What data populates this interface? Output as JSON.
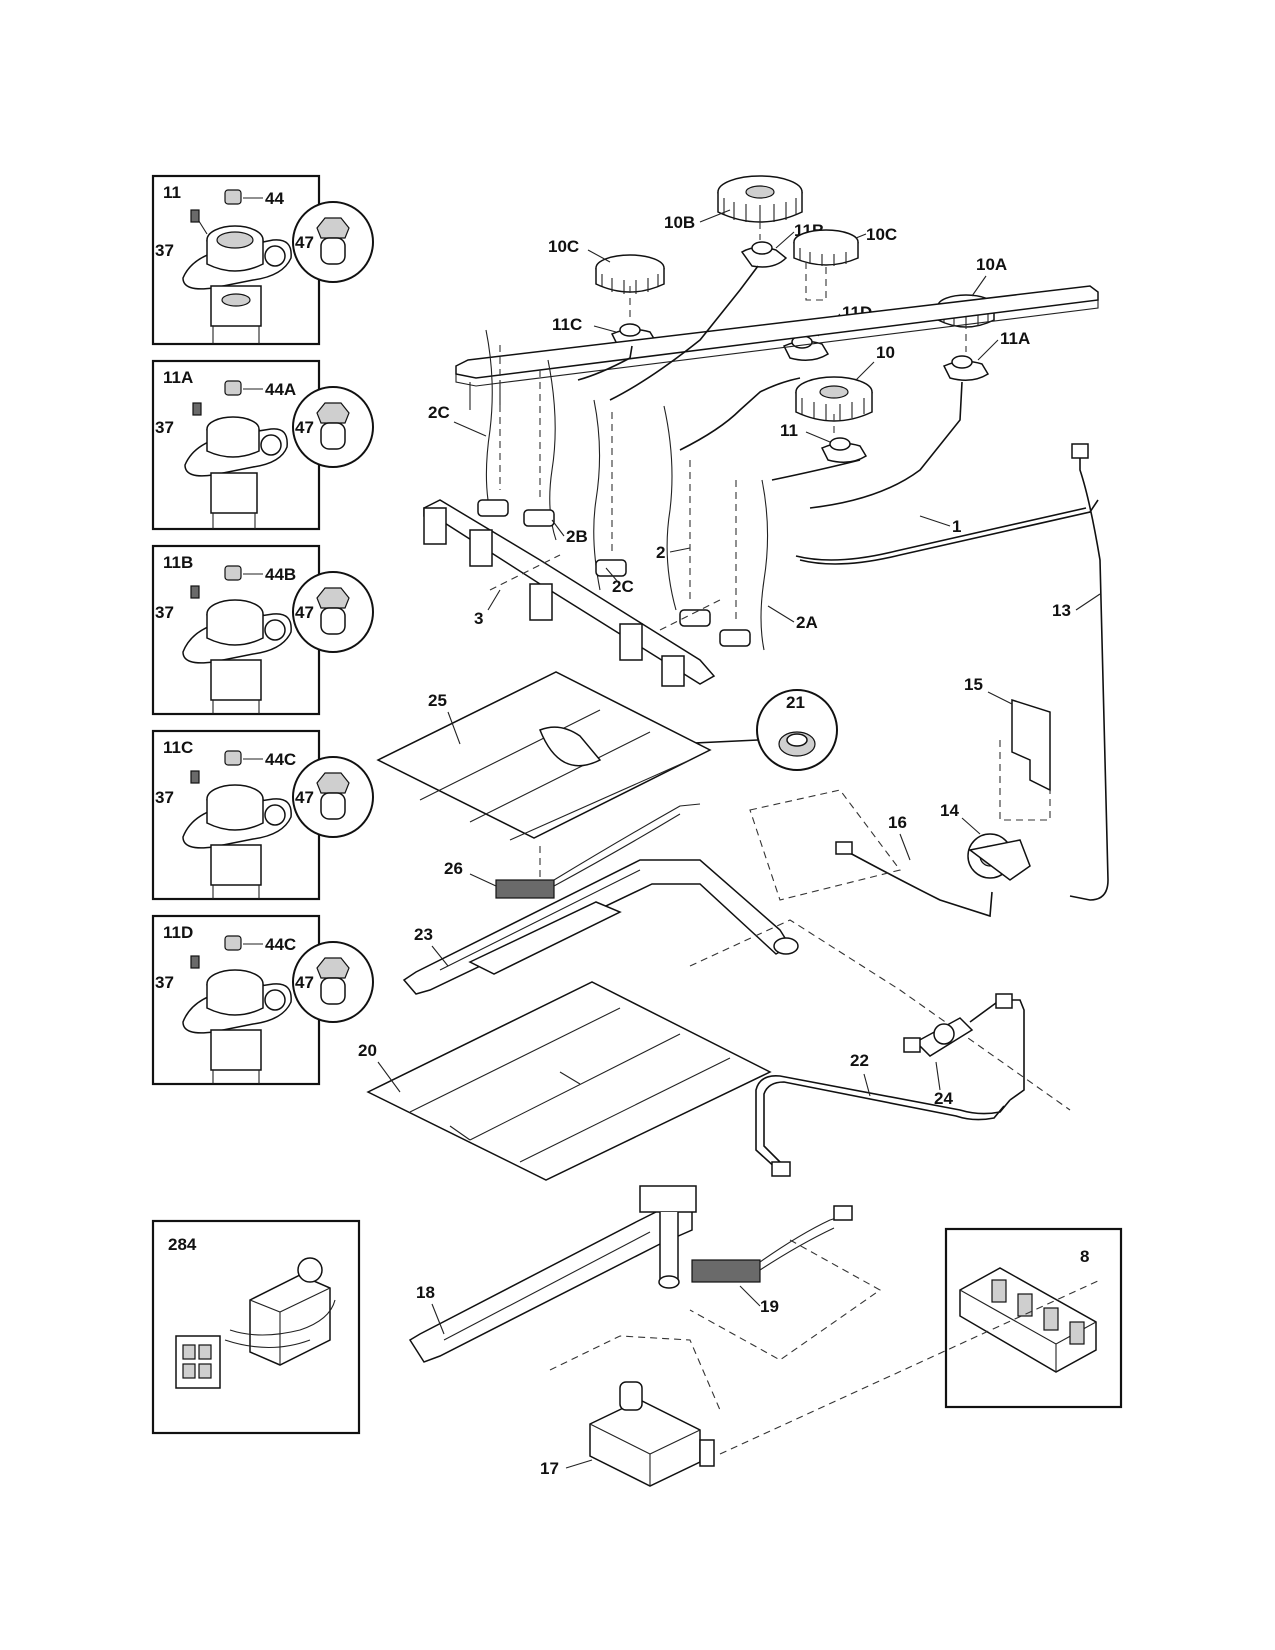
{
  "inset_boxes": [
    {
      "id": "11",
      "cap": "44",
      "screw": "37",
      "orifice": "47"
    },
    {
      "id": "11A",
      "cap": "44A",
      "screw": "37",
      "orifice": "47"
    },
    {
      "id": "11B",
      "cap": "44B",
      "screw": "37",
      "orifice": "47"
    },
    {
      "id": "11C",
      "cap": "44C",
      "screw": "37",
      "orifice": "47"
    },
    {
      "id": "11D",
      "cap": "44C",
      "screw": "37",
      "orifice": "47"
    }
  ],
  "box_284": "284",
  "box_8": "8",
  "detail_21": "21",
  "callouts": {
    "c10B": "10B",
    "c11B": "11B",
    "c10C_a": "10C",
    "c10C_b": "10C",
    "c10A": "10A",
    "c11C": "11C",
    "c11D": "11D",
    "c11A": "11A",
    "c10": "10",
    "c11": "11",
    "c2C_a": "2C",
    "c2B": "2B",
    "c2C_b": "2C",
    "c2": "2",
    "c2A": "2A",
    "c1": "1",
    "c3": "3",
    "c13": "13",
    "c15": "15",
    "c14": "14",
    "c16": "16",
    "c25": "25",
    "c26": "26",
    "c23": "23",
    "c20": "20",
    "c24": "24",
    "c22": "22",
    "c18": "18",
    "c19": "19",
    "c17": "17"
  }
}
